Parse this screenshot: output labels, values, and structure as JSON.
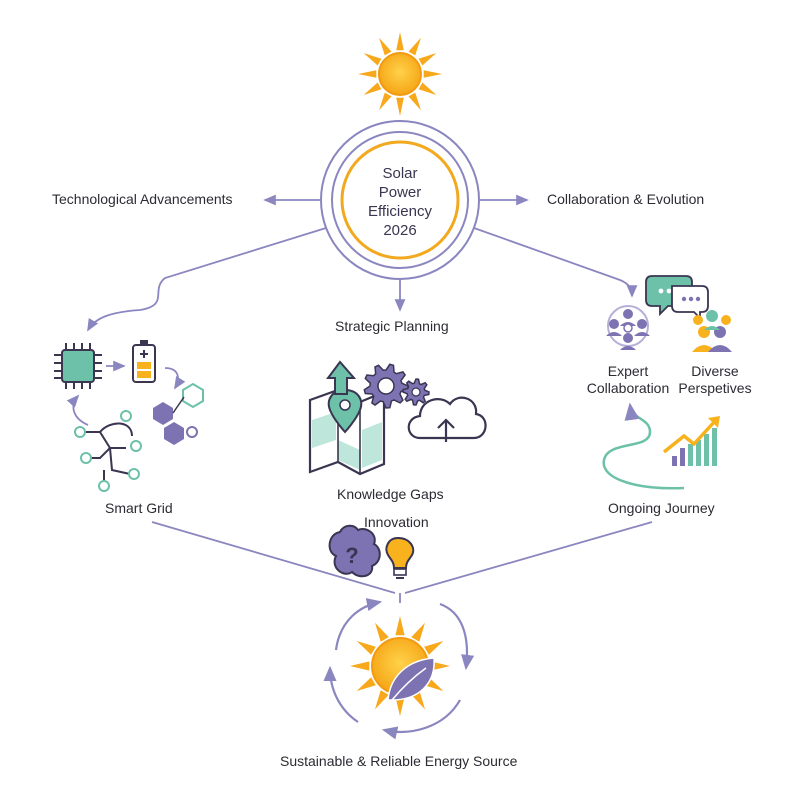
{
  "center": {
    "line1": "Solar",
    "line2": "Power",
    "line3": "Efficiency",
    "line4": "2026"
  },
  "branches": {
    "left": "Technological Advancements",
    "right": "Collaboration & Evolution",
    "down": "Strategic Planning"
  },
  "nodes": {
    "smart_grid": "Smart Grid",
    "knowledge_gaps": "Knowledge Gaps",
    "innovation": "Innovation",
    "expert_line1": "Expert",
    "expert_line2": "Collaboration",
    "diverse_line1": "Diverse",
    "diverse_line2": "Perspetives",
    "ongoing_journey": "Ongoing Journey"
  },
  "outcome": "Sustainable & Reliable Energy Source",
  "colors": {
    "line": "#8a86c0",
    "ring": "#7d73b3",
    "sun": "#f7b21e",
    "teal": "#6dc1a9",
    "purple": "#6c63a8",
    "dark": "#3a3550"
  }
}
